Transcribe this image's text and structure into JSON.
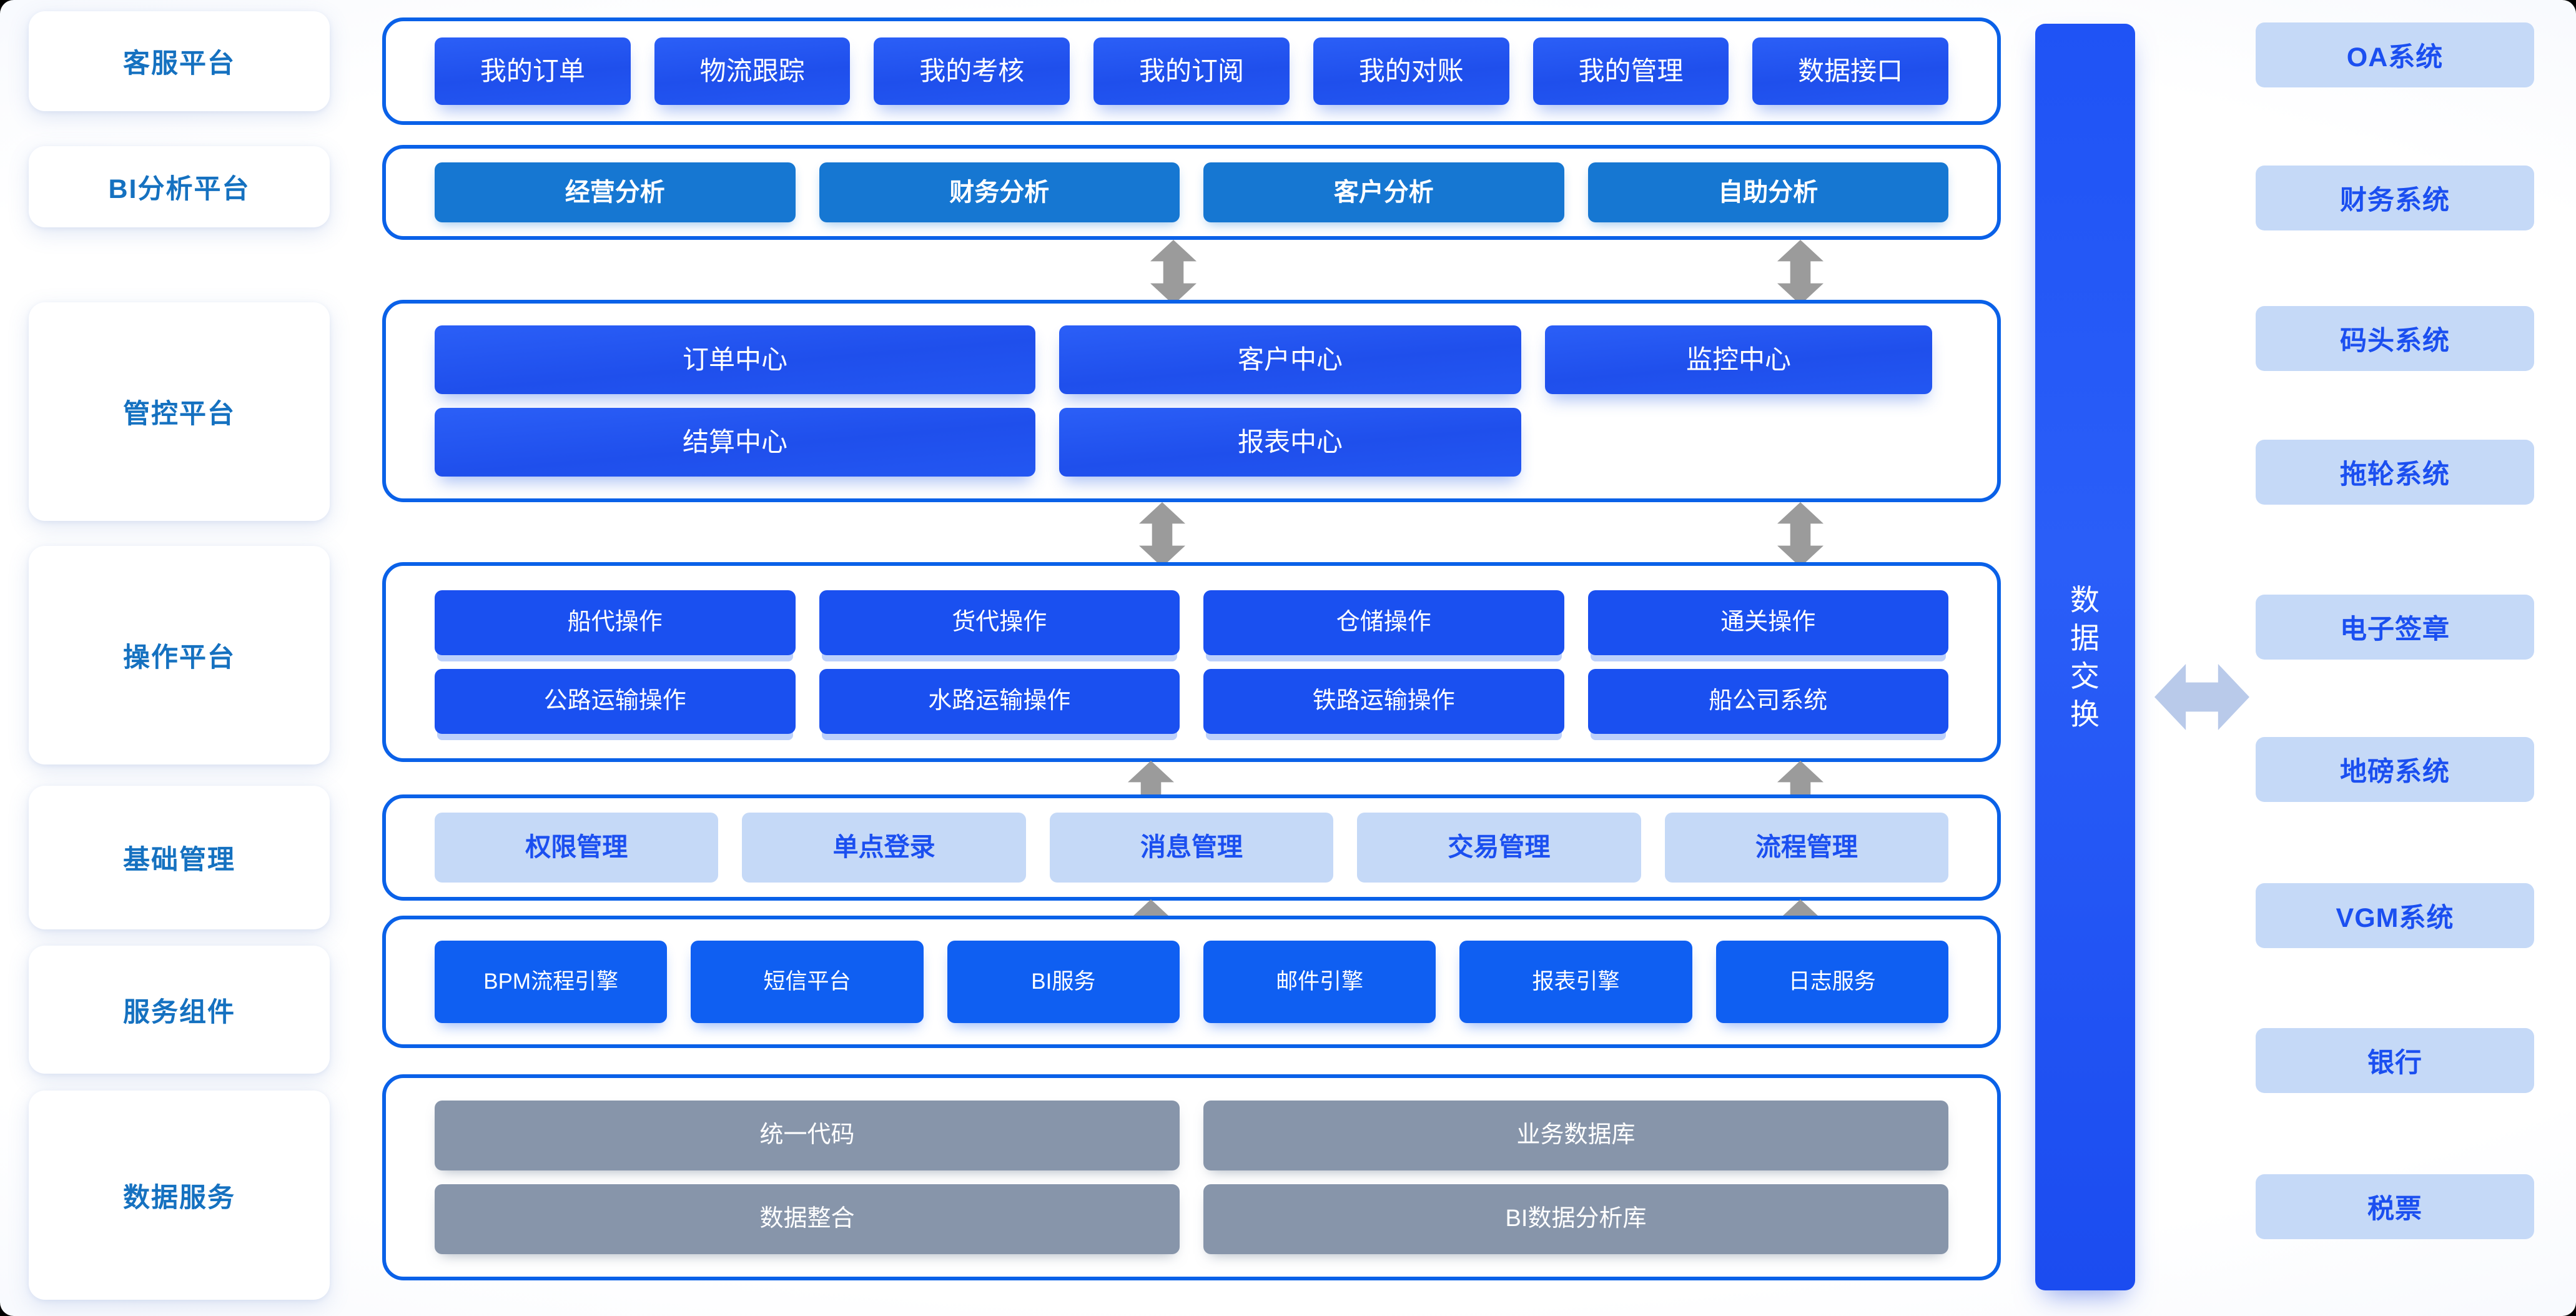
{
  "meta": {
    "title": "物流综合信息平台总体架构",
    "colors": {
      "accent_blue": "#0a61e8",
      "tile_blue": "#1a50f0",
      "bi_blue": "#1677d2",
      "light_blue": "#c5d9f7",
      "gray_tile": "#8795aa",
      "label_blue": "#1571c0",
      "arrow_gray": "#9b9b9b",
      "arrow_light": "#b9caea"
    }
  },
  "sidebar": {
    "items": [
      {
        "label": "客服平台"
      },
      {
        "label": "BI分析平台"
      },
      {
        "label": "管控平台"
      },
      {
        "label": "操作平台"
      },
      {
        "label": "基础管理"
      },
      {
        "label": "服务组件"
      },
      {
        "label": "数据服务"
      }
    ]
  },
  "layers": [
    {
      "key": "customer-service",
      "name": "客服平台",
      "style": "grad",
      "rows": [
        [
          "我的订单",
          "物流跟踪",
          "我的考核",
          "我的订阅",
          "我的对账",
          "我的管理",
          "数据接口"
        ]
      ]
    },
    {
      "key": "bi-platform",
      "name": "BI分析平台",
      "style": "flat",
      "rows": [
        [
          "经营分析",
          "财务分析",
          "客户分析",
          "自助分析"
        ]
      ]
    },
    {
      "key": "control-platform",
      "name": "管控平台",
      "style": "grad",
      "rows": [
        [
          "订单中心",
          "客户中心",
          "监控中心"
        ],
        [
          "结算中心",
          "报表中心"
        ]
      ]
    },
    {
      "key": "operation-platform",
      "name": "操作平台",
      "style": "solid",
      "rows": [
        [
          "船代操作",
          "货代操作",
          "仓储操作",
          "通关操作"
        ],
        [
          "公路运输操作",
          "水路运输操作",
          "铁路运输操作",
          "船公司系统"
        ]
      ]
    },
    {
      "key": "basic-management",
      "name": "基础管理",
      "style": "light",
      "rows": [
        [
          "权限管理",
          "单点登录",
          "消息管理",
          "交易管理",
          "流程管理"
        ]
      ]
    },
    {
      "key": "service-components",
      "name": "服务组件",
      "style": "svc",
      "rows": [
        [
          "BPM流程引擎",
          "短信平台",
          "BI服务",
          "邮件引擎",
          "报表引擎",
          "日志服务"
        ]
      ]
    },
    {
      "key": "data-service",
      "name": "数据服务",
      "style": "gray",
      "rows": [
        [
          "统一代码",
          "业务数据库"
        ],
        [
          "数据整合",
          "BI数据分析库"
        ]
      ]
    }
  ],
  "exchange": {
    "label": "数据交换",
    "chars": [
      "数",
      "据",
      "交",
      "换"
    ]
  },
  "external_systems": {
    "items": [
      {
        "label": "OA系统"
      },
      {
        "label": "财务系统"
      },
      {
        "label": "码头系统"
      },
      {
        "label": "拖轮系统"
      },
      {
        "label": "电子签章"
      },
      {
        "label": "地磅系统"
      },
      {
        "label": "VGM系统"
      },
      {
        "label": "银行"
      },
      {
        "label": "税票"
      }
    ]
  }
}
